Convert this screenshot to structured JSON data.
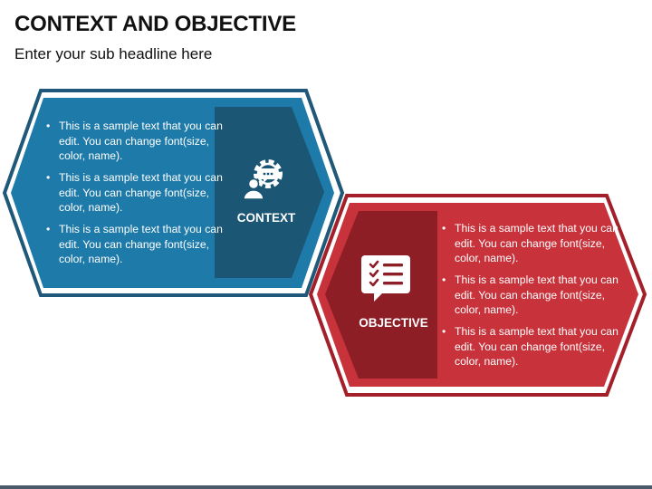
{
  "title": "CONTEXT AND OBJECTIVE",
  "subtitle": "Enter your sub headline here",
  "colors": {
    "context_dark": "#1f5878",
    "context_main": "#1e7aa9",
    "context_panel": "#1b5675",
    "objective_dark": "#a3202a",
    "objective_main": "#c7323b",
    "objective_panel": "#8e1e26"
  },
  "context": {
    "label": "CONTEXT",
    "icon": "gear-chat-person-icon",
    "bullets": [
      "This is a sample text that you can edit. You can change font(size, color, name).",
      "This is a sample text that you can edit. You can change font(size, color, name).",
      "This is a sample text that you can edit. You can change font(size, color, name)."
    ]
  },
  "objective": {
    "label": "OBJECTIVE",
    "icon": "checklist-speech-bubble-icon",
    "bullets": [
      "This is a sample text that you can edit. You can change font(size, color, name).",
      "This is a sample text that you can edit. You can change font(size, color, name).",
      "This is a sample text that you can edit. You can change font(size, color, name)."
    ]
  }
}
